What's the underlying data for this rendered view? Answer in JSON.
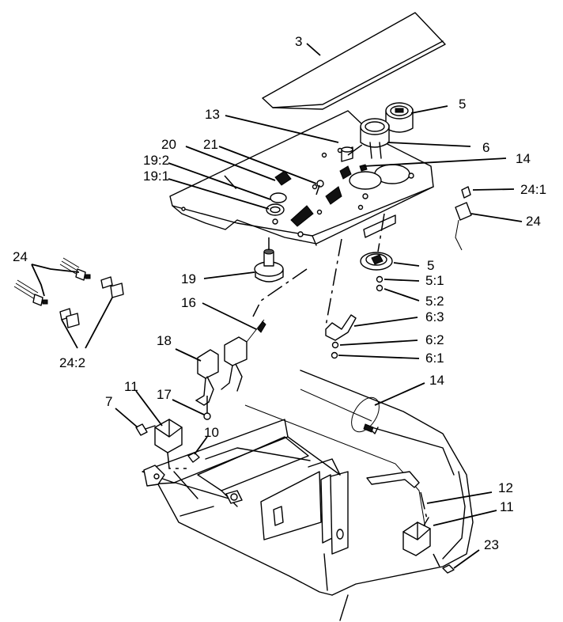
{
  "callouts": {
    "c3": "3",
    "c5a": "5",
    "c6a": "6",
    "c13": "13",
    "c14a": "14",
    "c20": "20",
    "c21": "21",
    "c19_2": "19:2",
    "c19_1": "19:1",
    "c24_1": "24:1",
    "c24a": "24",
    "c24b": "24",
    "c19": "19",
    "c5b": "5",
    "c5_1": "5:1",
    "c5_2": "5:2",
    "c16": "16",
    "c6_3": "6:3",
    "c6_2": "6:2",
    "c6_1": "6:1",
    "c18": "18",
    "c24_2": "24:2",
    "c14b": "14",
    "c11a": "11",
    "c7": "7",
    "c17": "17",
    "c10": "10",
    "c12": "12",
    "c11b": "11",
    "c23": "23"
  }
}
